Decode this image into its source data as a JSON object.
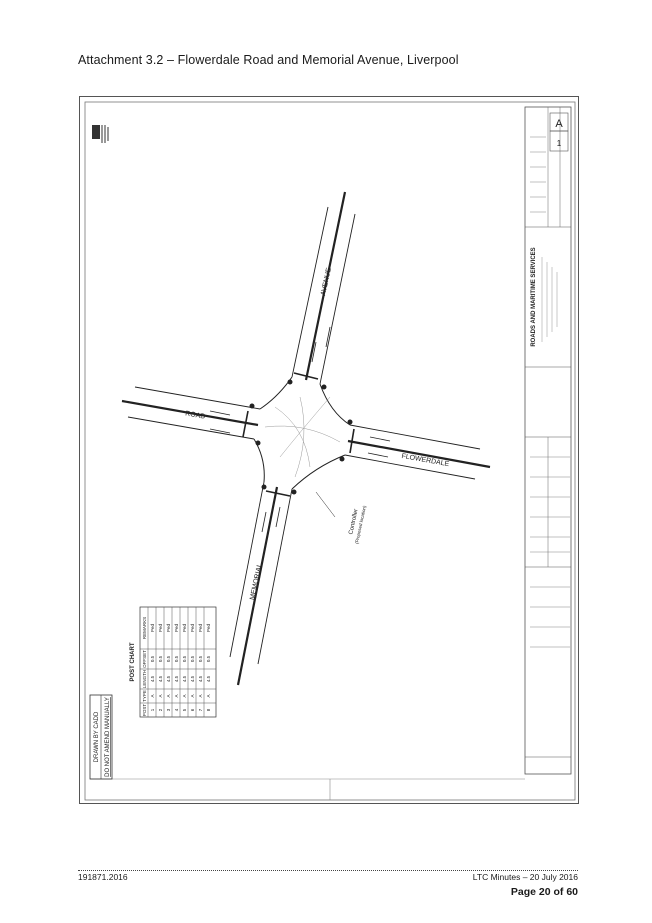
{
  "heading": "Attachment 3.2 – Flowerdale Road and Memorial Avenue, Liverpool",
  "drawing": {
    "stamp_line1": "DRAWN BY CADD",
    "stamp_line2": "DO NOT AMEND MANUALLY",
    "agency": "ROADS AND MARITIME SERVICES",
    "road_memorial": "MEMORIAL",
    "road_avenue": "AVENUE",
    "road_flowerdale": "FLOWERDALE",
    "road_road": "ROAD",
    "post_chart_title": "POST CHART",
    "post_chart_headers": [
      "POST",
      "TYPE",
      "LENGTH",
      "OFFSET",
      "REMARKS"
    ],
    "post_chart_rows": [
      [
        "1",
        "A",
        "4.5",
        "0.5",
        "Ped"
      ],
      [
        "2",
        "A",
        "4.5",
        "0.5",
        "Ped"
      ],
      [
        "3",
        "A",
        "4.5",
        "0.5",
        "Ped"
      ],
      [
        "4",
        "A",
        "4.5",
        "0.5",
        "Ped"
      ],
      [
        "5",
        "A",
        "4.5",
        "0.5",
        "Ped"
      ],
      [
        "6",
        "A",
        "4.5",
        "0.5",
        "Ped"
      ],
      [
        "7",
        "A",
        "4.5",
        "0.5",
        "Ped"
      ],
      [
        "8",
        "A",
        "4.5",
        "0.5",
        "Ped"
      ]
    ],
    "annotation_controller": "Controller",
    "annotation_controller_sub": "(Proposed location)",
    "revision": "A",
    "sheet_no": "1"
  },
  "footer": {
    "left": "191871.2016",
    "right": "LTC Minutes – 20 July 2016",
    "page": "Page 20 of 60"
  }
}
